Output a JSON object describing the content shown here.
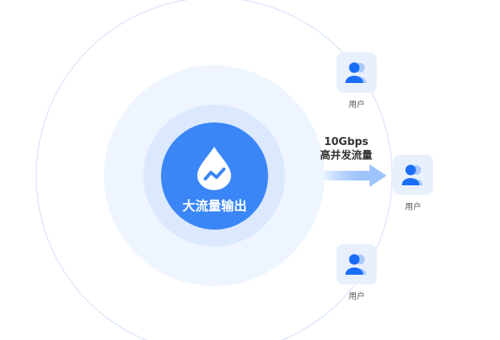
{
  "center": {
    "label": "大流量输出",
    "icon": "water-drop-trend-icon"
  },
  "flow": {
    "rate": "10Gbps",
    "desc": "高并发流量"
  },
  "users": [
    {
      "label": "用户"
    },
    {
      "label": "用户"
    },
    {
      "label": "用户"
    }
  ],
  "colors": {
    "primary": "#3a86f7",
    "ring": "#dbe8fd",
    "halo": "#eef5fe",
    "card": "#e8f0fe",
    "user": "#1a6ef5"
  }
}
